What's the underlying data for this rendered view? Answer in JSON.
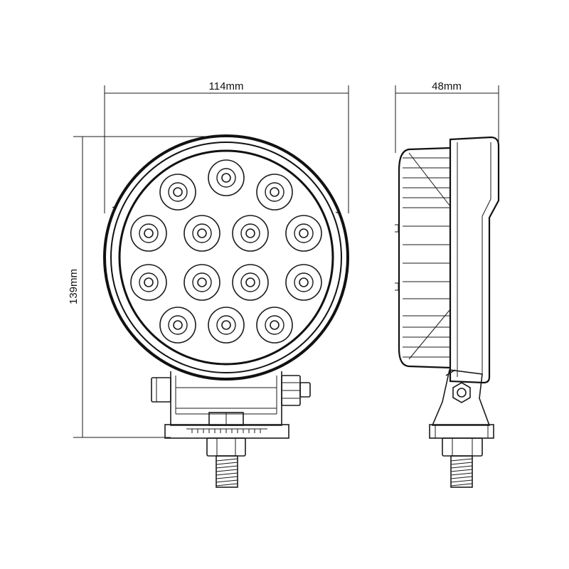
{
  "dimensions": {
    "width": "114mm",
    "depth": "48mm",
    "height": "139mm"
  },
  "front_view": {
    "led_count": 14
  },
  "colors": {
    "line": "#1a1a1a",
    "background": "#ffffff"
  }
}
